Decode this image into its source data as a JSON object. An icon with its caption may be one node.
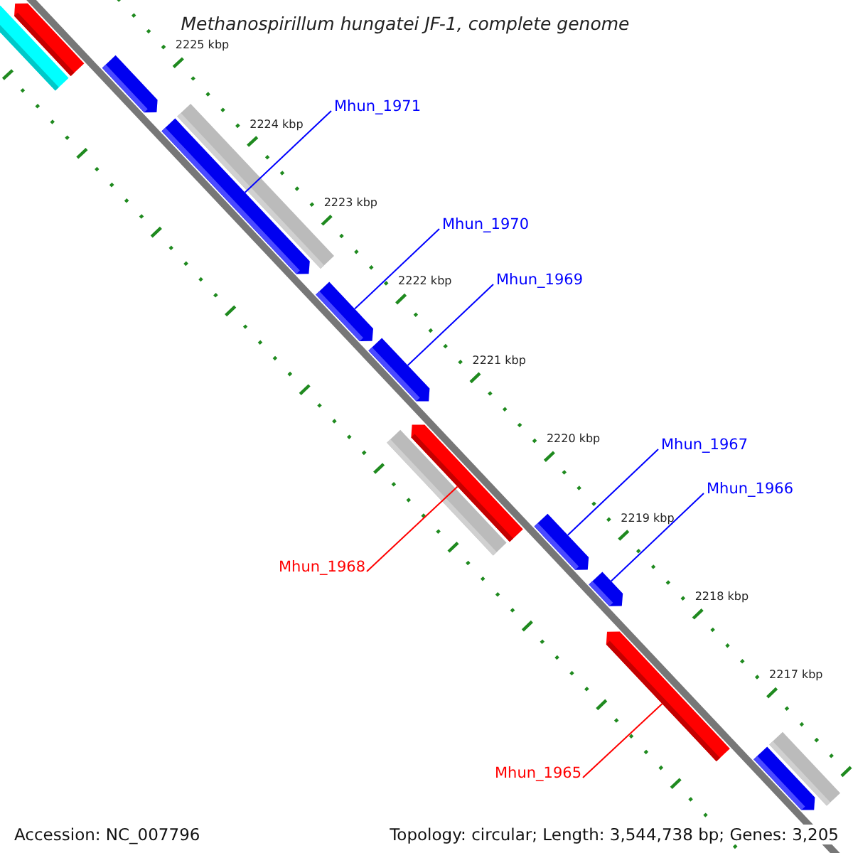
{
  "diagram": {
    "title": "Methanospirillum hungatei JF-1, complete genome",
    "nodes": [
      {
        "text": [],
        "shape": "bar"
      },
      {
        "text": [],
        "shape": "arrow"
      },
      {
        "text": [],
        "shape": "arrow"
      },
      {
        "text": [],
        "shape": "bar"
      },
      {
        "text": [],
        "shape": "arrow"
      },
      {
        "text": [],
        "shape": "arrow"
      },
      {
        "text": [],
        "shape": "arrow"
      },
      {
        "text": [],
        "shape": "bar"
      },
      {
        "text": [],
        "shape": "arrow"
      },
      {
        "text": [],
        "shape": "arrow"
      },
      {
        "text": [],
        "shape": "arrow"
      },
      {
        "text": [],
        "shape": "arrow"
      },
      {
        "text": [],
        "shape": "bar"
      },
      {
        "text": [],
        "shape": "arrow"
      },
      {
        "text": [
          "Mhun_1971"
        ]
      },
      {
        "text": [
          "Mhun_1970"
        ]
      },
      {
        "text": [
          "Mhun_1969"
        ]
      },
      {
        "text": [
          "Mhun_1968"
        ]
      },
      {
        "text": [
          "Mhun_1967"
        ]
      },
      {
        "text": [
          "Mhun_1966"
        ]
      },
      {
        "text": [
          "Mhun_1965"
        ]
      }
    ],
    "edges": [
      {
        "from": 14,
        "to": 4,
        "arrow": "none"
      },
      {
        "from": 15,
        "to": 5,
        "arrow": "none"
      },
      {
        "from": 16,
        "to": 6,
        "arrow": "none"
      },
      {
        "from": 17,
        "to": 8,
        "arrow": "none",
        "color": "#ff0000"
      },
      {
        "from": 18,
        "to": 9,
        "arrow": "none"
      },
      {
        "from": 19,
        "to": 10,
        "arrow": "none"
      },
      {
        "from": 20,
        "to": 11,
        "arrow": "none",
        "color": "#ff0000"
      }
    ],
    "labels": [
      "2225 kbp",
      "2224 kbp",
      "2223 kbp",
      "2222 kbp",
      "2221 kbp",
      "2220 kbp",
      "2219 kbp",
      "2218 kbp",
      "2217 kbp",
      "Accession: NC_007796",
      "Topology: circular; Length: 3,544,738 bp; Genes: 3,205"
    ]
  }
}
